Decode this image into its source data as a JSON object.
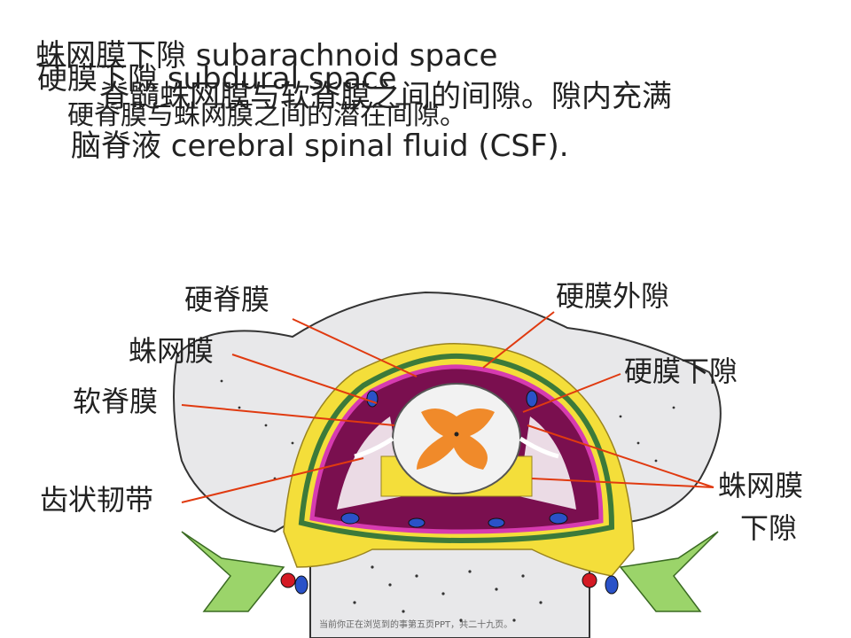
{
  "slide": {
    "line1": "蛛网膜下隙 subarachnoid space",
    "line2": "硬膜下隙 subdural space",
    "line3": "脊髓蛛网膜与软脊膜之间的间隙。隙内充满",
    "line4": "硬脊膜与蛛网膜之间的潜在间隙。",
    "line5": "脑脊液 cerebral spinal fluid (CSF)."
  },
  "labels": {
    "dura": "硬脊膜",
    "arachnoid": "蛛网膜",
    "pia": "软脊膜",
    "denticulate": "齿状韧带",
    "epidural": "硬膜外隙",
    "subdural": "硬膜下隙",
    "subarachnoid_1": "蛛网膜",
    "subarachnoid_2": "下隙"
  },
  "footer": "当前你正在浏览到的事第五页PPT，共二十九页。",
  "colors": {
    "leader": "#e03a10",
    "bone": "#e8e8ea",
    "fat": "#f4de3a",
    "dura": "#3c7a3a",
    "arachnoid": "#d63bb0",
    "csf": "#7a0f4f",
    "cord": "#f2f2f2",
    "gray_matter": "#f08a2a",
    "nerve": "#9bd46a",
    "vein": "#2a52c8",
    "artery": "#d41a24"
  }
}
